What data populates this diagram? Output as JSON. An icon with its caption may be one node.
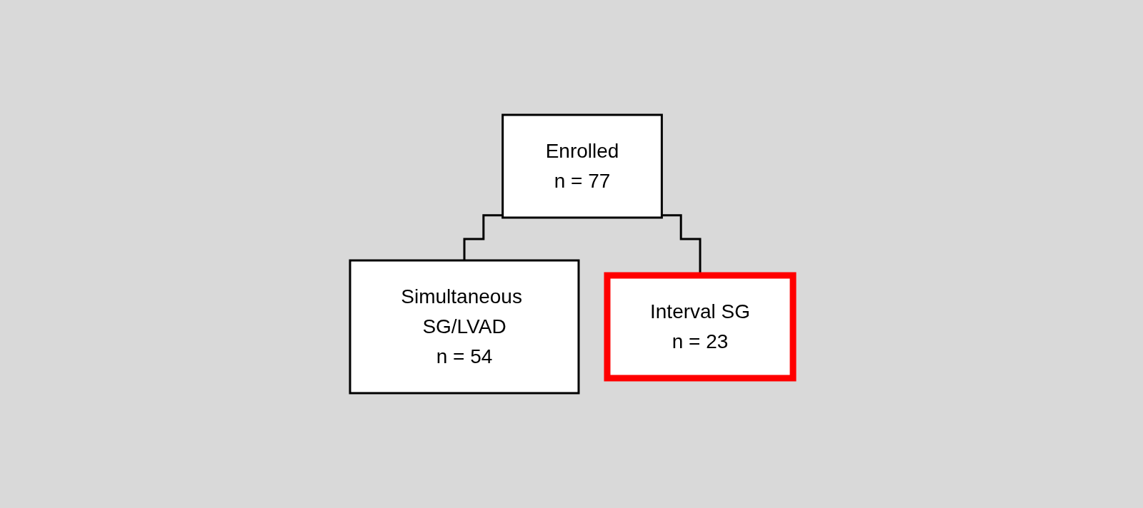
{
  "diagram": {
    "nodes": [
      {
        "text": [
          "Enrolled",
          "n = 77"
        ]
      },
      {
        "text": [
          "Simultaneous SG/LVAD",
          "n = 54"
        ]
      },
      {
        "text": [
          "Interval SG",
          "n = 23"
        ]
      }
    ],
    "edges": [
      {
        "from": 0,
        "to": 1,
        "arrow": "none"
      },
      {
        "from": 0,
        "to": 2,
        "arrow": "none"
      }
    ]
  }
}
